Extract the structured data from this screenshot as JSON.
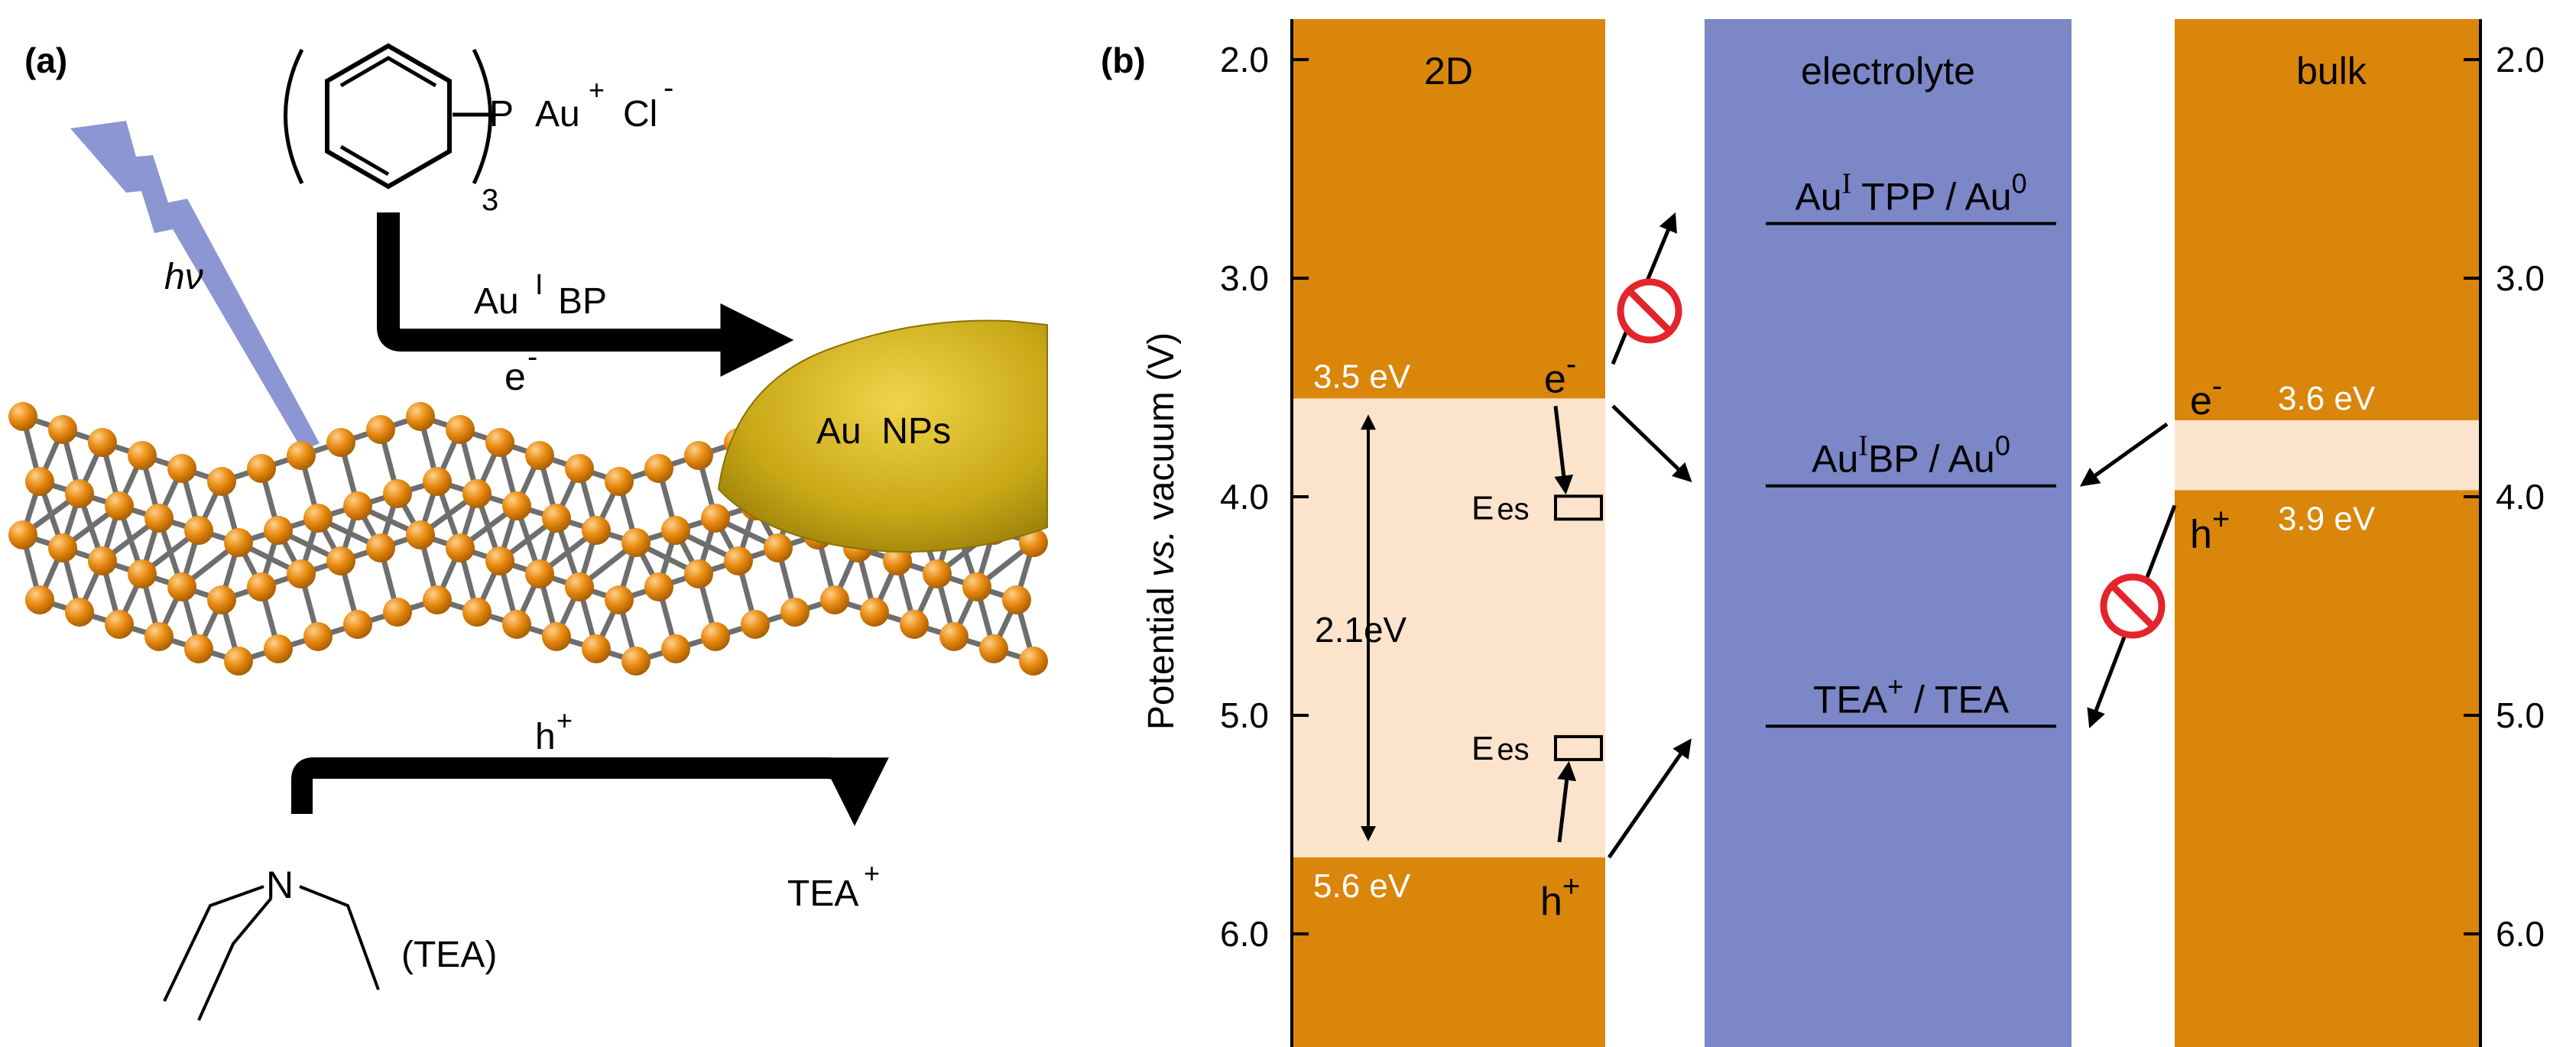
{
  "panel_a": {
    "label": "(a)",
    "precursor": {
      "subscript": "3",
      "formula_P": "P",
      "formula_Au": "Au",
      "formula_Au_charge": "+",
      "formula_Cl": "Cl",
      "formula_Cl_charge": "-"
    },
    "light_label": "hν",
    "reduction_label_Au": "Au",
    "reduction_label_I": "I",
    "reduction_label_BP": "BP",
    "electron_label": "e",
    "electron_sup": "-",
    "nanoparticle_label": "Au  NPs",
    "hole_label": "h",
    "hole_sup": "+",
    "amine_N": "N",
    "amine_name": "(TEA)",
    "product_label": "TEA",
    "product_sup": "+"
  },
  "panel_b": {
    "label": "(b)",
    "left_axis_title_pre": "Potential ",
    "left_axis_title_it": "vs.",
    "left_axis_title_post": " vacuum (V)",
    "ticks_left": [
      "2.0",
      "3.0",
      "4.0",
      "5.0",
      "6.0"
    ],
    "ticks_right": [
      "2.0",
      "3.0",
      "4.0",
      "5.0",
      "6.0"
    ],
    "col_2d": {
      "title": "2D",
      "cb_label": "3.5 eV",
      "vb_label": "5.6 eV",
      "gap_label": "2.1eV",
      "e_label": "e",
      "e_sup": "-",
      "h_label": "h",
      "h_sup": "+",
      "ees_E": "E",
      "ees_sub": "es"
    },
    "col_electrolyte": {
      "title": "electrolyte",
      "couple1": {
        "a": "Au",
        "sup": "I",
        "b": " TPP / Au",
        "sup2": "0"
      },
      "couple2": {
        "a": "Au",
        "sup": "I",
        "b": "BP / Au",
        "sup2": "0"
      },
      "couple3": {
        "a": "TEA",
        "sup": "+",
        "b": " / TEA"
      }
    },
    "col_bulk": {
      "title": "bulk",
      "cb_label": "3.6 eV",
      "vb_label": "3.9 eV",
      "e_label": "e",
      "e_sup": "-",
      "h_label": "h",
      "h_sup": "+"
    },
    "levels": {
      "twoD_cb": 3.55,
      "twoD_vb": 5.65,
      "bulk_cb": 3.65,
      "bulk_vb": 3.97,
      "au_tpp": 2.75,
      "au_bp": 3.95,
      "tea": 5.05,
      "ees_upper": 4.05,
      "ees_lower": 5.15
    },
    "axis_range": [
      1.8,
      6.4
    ],
    "colors": {
      "band_orange": "#d9860b",
      "gap_peach": "#fce4cc",
      "electrolyte_blue": "#7b87c7",
      "prohibit_red": "#e3242b",
      "light_blue": "#8c96d2",
      "gold": "#c9a817",
      "atom_orange": "#e88a10",
      "bond_gray": "#6e6e6e"
    }
  }
}
